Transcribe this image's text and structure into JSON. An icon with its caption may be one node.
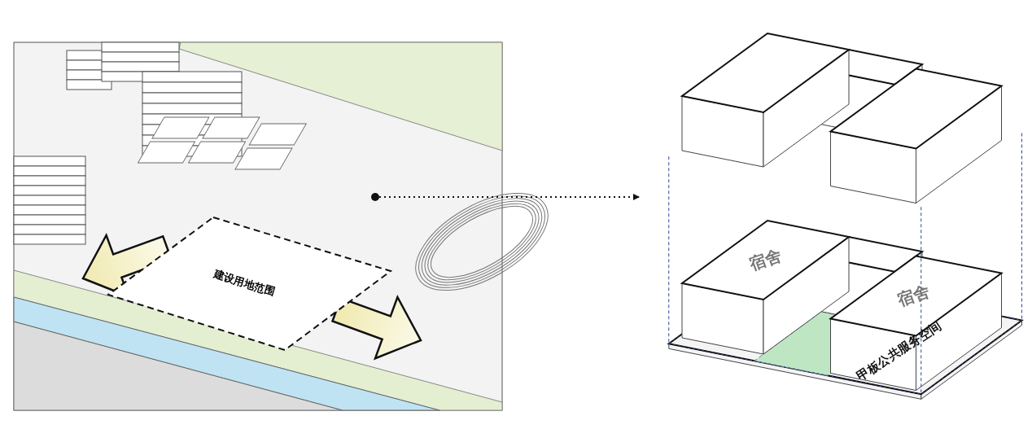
{
  "diagram": {
    "nodes": [
      {
        "text": [],
        "shape": "picture"
      },
      {
        "text": [
          "建设用地范围"
        ],
        "in": 0
      },
      {
        "text": [],
        "shape": "circle",
        "in": 0
      },
      {
        "text": [],
        "shape": "picture"
      }
    ],
    "edges": [
      {
        "from": 2,
        "to": 3,
        "arrow": "to",
        "style": "dashed"
      }
    ],
    "labels": [
      "宿舍",
      "宿舍",
      "甲板公共服务空间"
    ]
  }
}
